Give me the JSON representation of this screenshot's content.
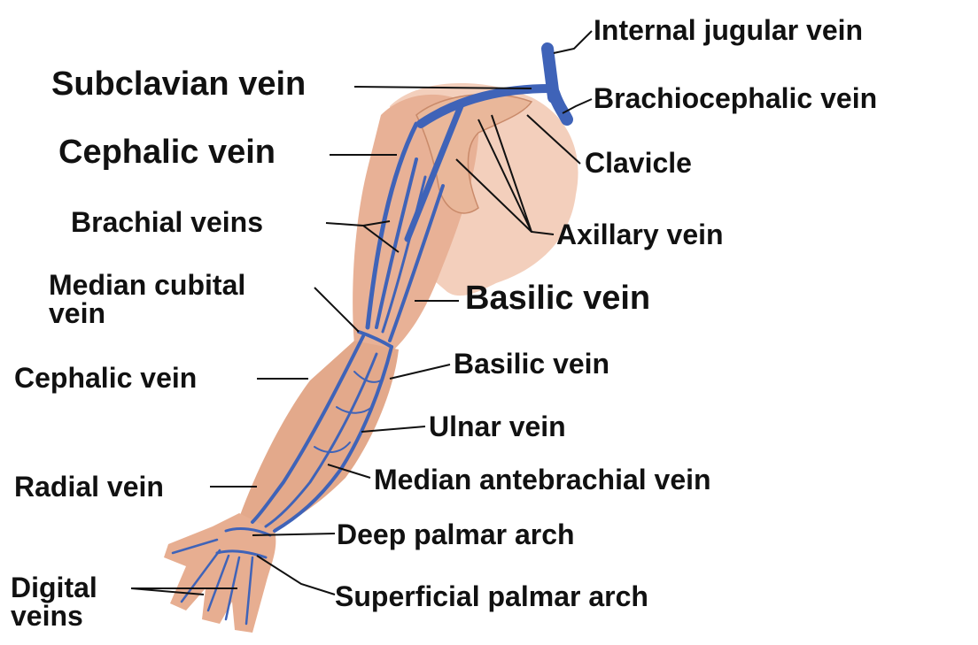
{
  "colors": {
    "vein": "#3f63b8",
    "vein_dark": "#2b4a9a",
    "skin": "#e8b196",
    "skin_shadow": "#d39676",
    "skin_light": "#f3cdb8",
    "leader": "#111111"
  },
  "labels": {
    "internal_jugular": "Internal jugular vein",
    "subclavian": "Subclavian vein",
    "brachiocephalic": "Brachiocephalic vein",
    "cephalic_upper": "Cephalic vein",
    "clavicle": "Clavicle",
    "brachial": "Brachial veins",
    "axillary": "Axillary vein",
    "median_cubital_line1": "Median cubital",
    "median_cubital_line2": "vein",
    "basilic_upper": "Basilic vein",
    "cephalic_lower": "Cephalic vein",
    "basilic_lower": "Basilic vein",
    "ulnar": "Ulnar vein",
    "radial": "Radial vein",
    "median_antebrachial": "Median antebrachial vein",
    "deep_palmar": "Deep palmar arch",
    "digital_line1": "Digital",
    "digital_line2": "veins",
    "superficial_palmar": "Superficial palmar arch"
  }
}
